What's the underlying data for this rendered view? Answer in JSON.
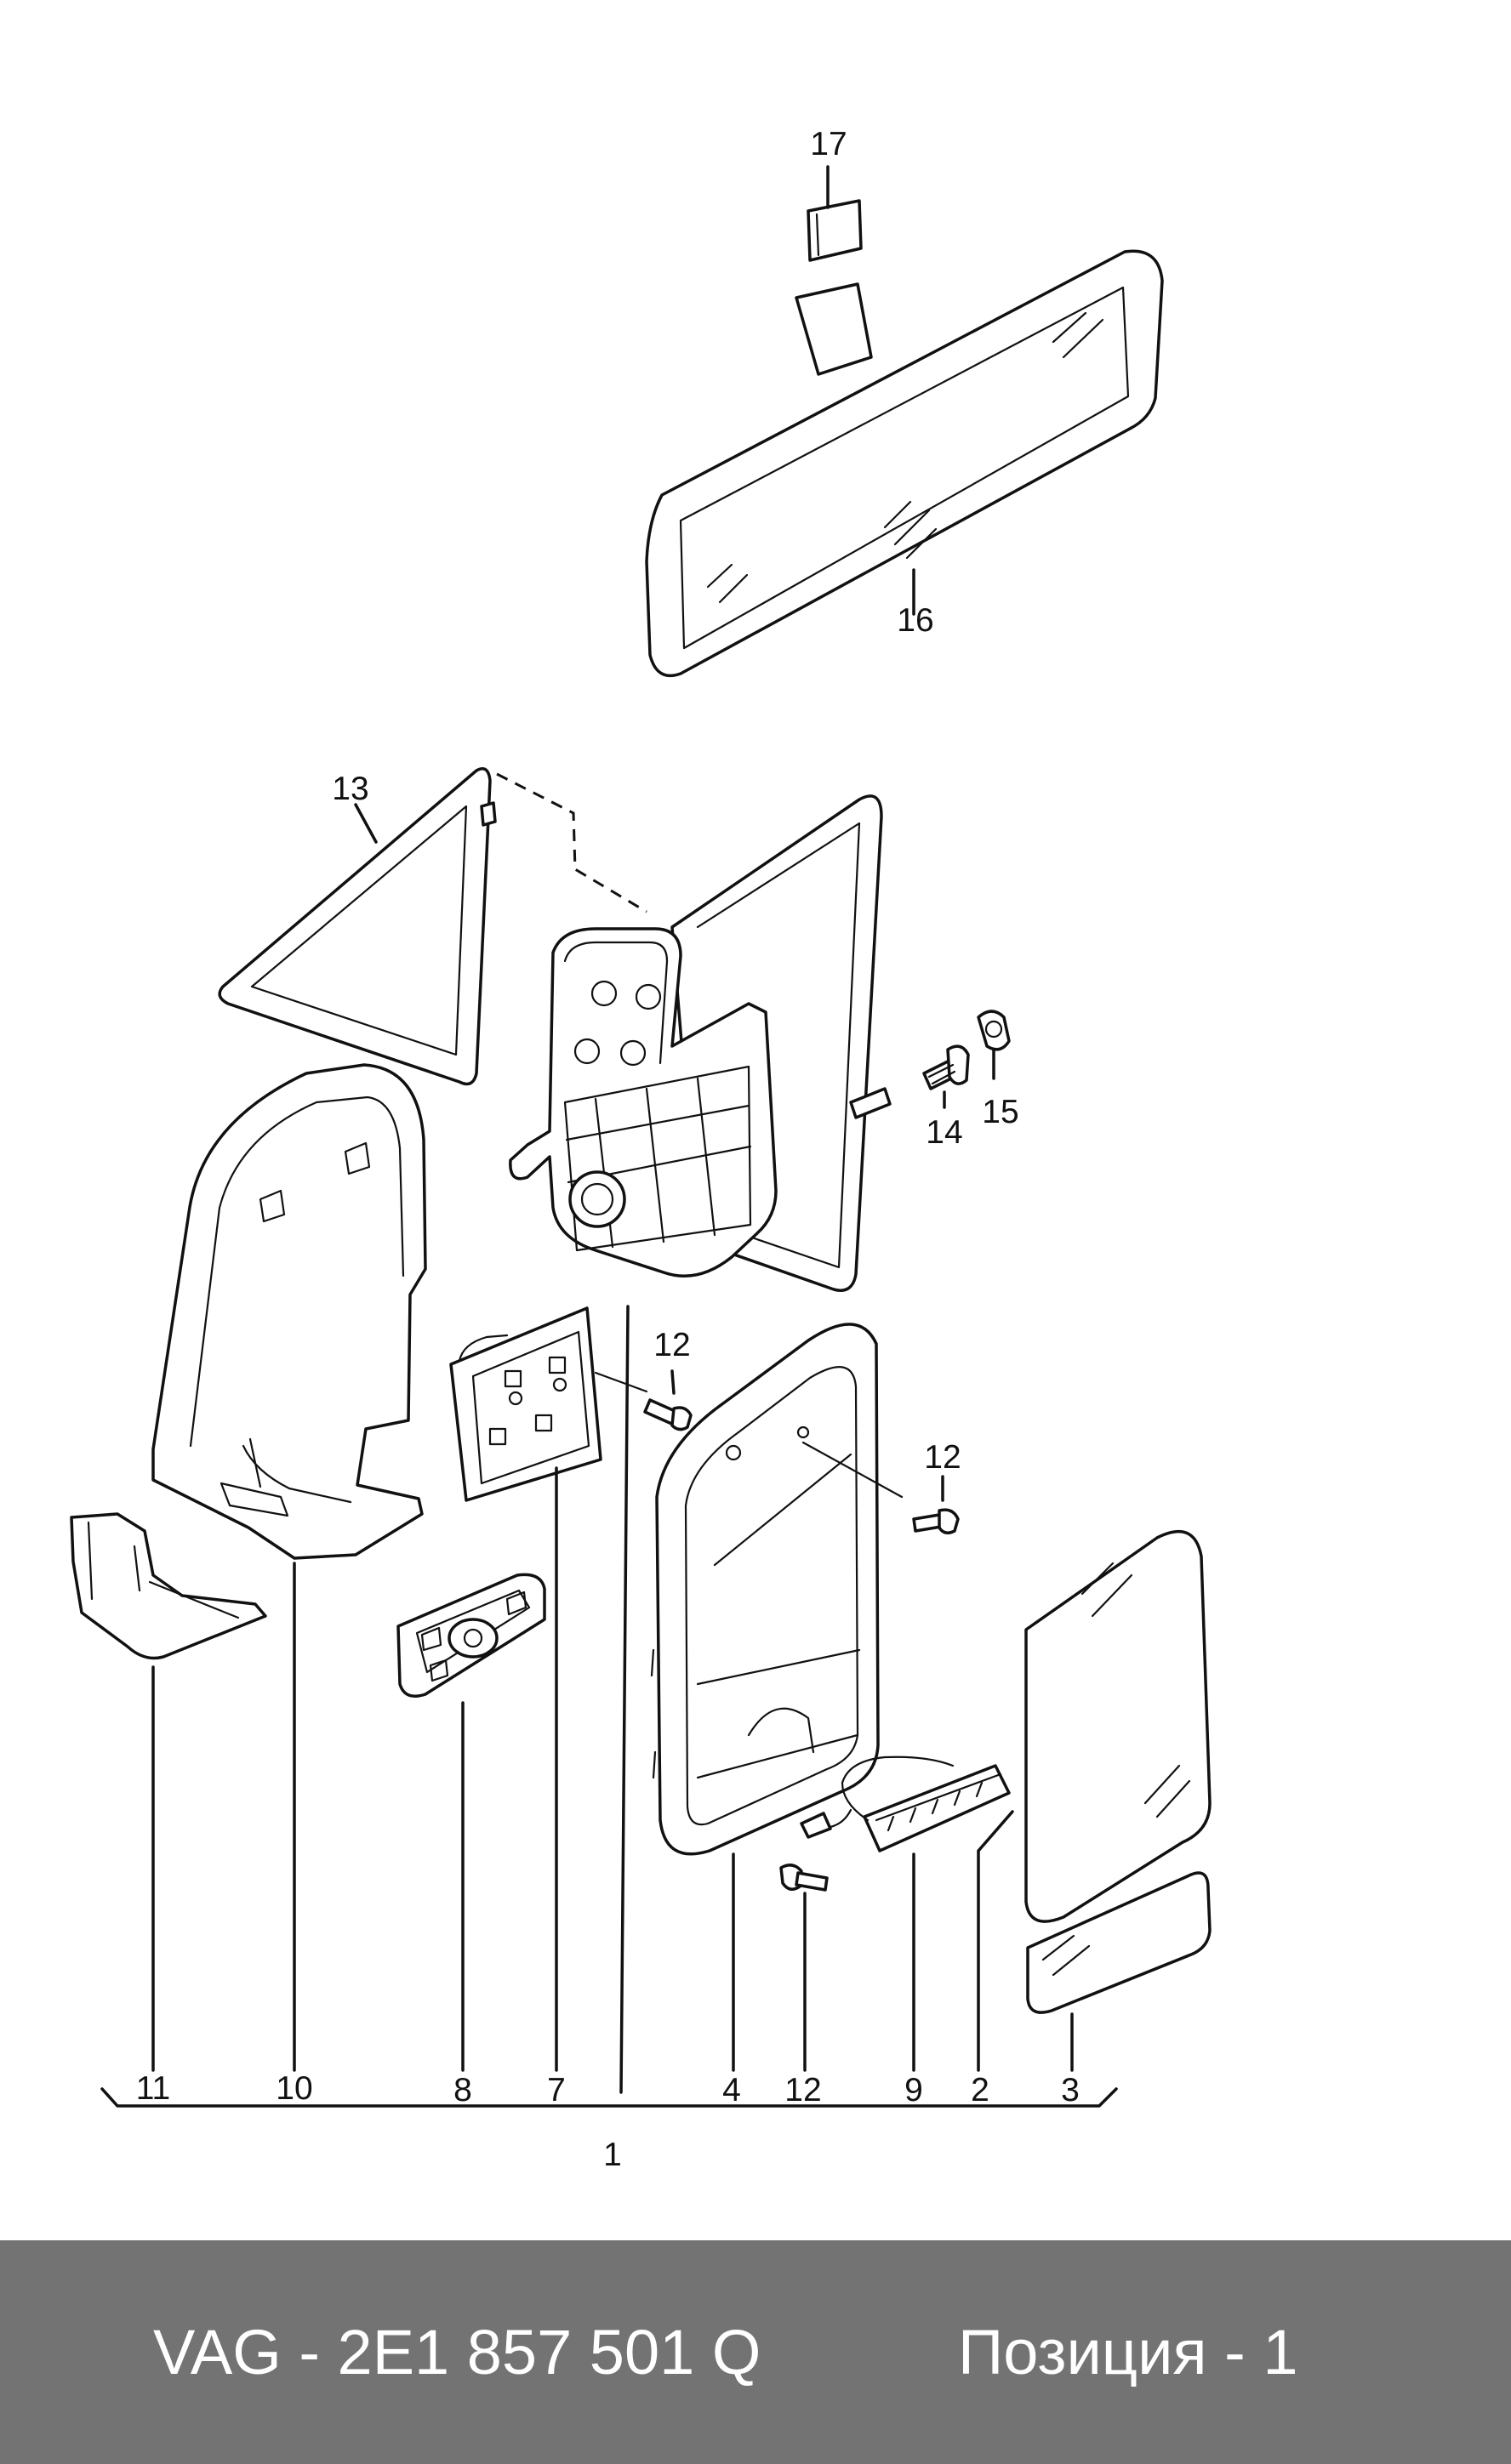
{
  "diagram": {
    "callouts": {
      "c1": "1",
      "c2": "2",
      "c3": "3",
      "c4": "4",
      "c7": "7",
      "c8": "8",
      "c9": "9",
      "c10": "10",
      "c11": "11",
      "c12a": "12",
      "c12b": "12",
      "c12c": "12",
      "c13": "13",
      "c14": "14",
      "c15": "15",
      "c16": "16",
      "c17": "17"
    }
  },
  "footer": {
    "part_number": "VAG - 2E1 857 501 Q",
    "position": "Позиция - 1"
  },
  "colors": {
    "footer_bg": "#737373",
    "footer_text": "#ffffff",
    "line": "#111111"
  }
}
